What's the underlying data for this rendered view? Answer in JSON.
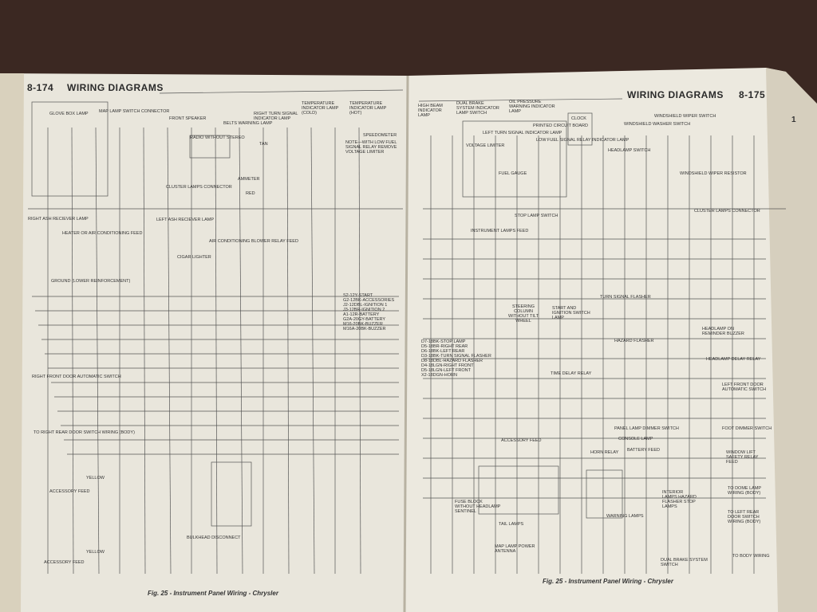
{
  "left_page": {
    "page_number": "8-174",
    "section_title": "WIRING DIAGRAMS",
    "caption": "Fig. 25 - Instrument Panel Wiring - Chrysler",
    "labels": {
      "glove_box_lamp": "GLOVE BOX LAMP",
      "map_lamp_switch_connector": "MAP LAMP SWITCH CONNECTOR",
      "front_speaker": "FRONT SPEAKER",
      "radio_without_stereo": "RADIO WITHOUT STEREO",
      "belts_warning_lamp": "BELTS WARNING LAMP",
      "right_turn_signal_indicator_lamp": "RIGHT TURN SIGNAL INDICATOR LAMP",
      "temperature_indicator_lamp_cold": "TEMPERATURE INDICATOR LAMP (COLD)",
      "temperature_indicator_lamp_hot": "TEMPERATURE INDICATOR LAMP (HOT)",
      "speedometer": "SPEEDOMETER",
      "speedometer_note": "NOTE—WITH LOW FUEL SIGNAL RELAY REMOVE VOLTAGE LIMITER",
      "cluster_lamps_connector": "CLUSTER LAMPS CONNECTOR",
      "ammeter": "AMMETER",
      "right_ash_receiver_lamp": "RIGHT ASH RECIEVER LAMP",
      "heater_ac_feed": "HEATER OR AIR CONDITIONING FEED",
      "left_ash_receiver_lamp": "LEFT ASH RECIEVER LAMP",
      "ac_blower_relay_feed": "AIR CONDITIONING BLOWER RELAY FEED",
      "cigar_lighter": "CIGAR LIGHTER",
      "ground": "GROUND (LOWER REINFORCEMENT)",
      "right_front_door_switch": "RIGHT FRONT DOOR AUTOMATIC SWITCH",
      "to_right_rear_door": "TO RIGHT REAR DOOR SWITCH WIRING (BODY)",
      "accessory_feed_1": "ACCESSORY FEED",
      "accessory_feed_2": "ACCESSORY FEED",
      "bulkhead_disconnect": "BULKHEAD DISCONNECT",
      "yellow_1": "YELLOW",
      "yellow_2": "YELLOW",
      "tan": "TAN",
      "red": "RED",
      "wire_list": [
        "S2-12Y-START",
        "G2-12BK-ACCESSORIES",
        "J2-12DBL-IGNITION 1",
        "J3-12BR-IGNITION 2",
        "A1-12R-BATTERY",
        "G2A-20GY-BATTERY",
        "M16-20BK-BUZZER",
        "M16A-20BK-BUZZER"
      ]
    }
  },
  "right_page": {
    "page_number": "8-175",
    "section_title": "WIRING DIAGRAMS",
    "caption": "Fig. 25 - Instrument Panel Wiring - Chrysler",
    "labels": {
      "high_beam_indicator": "HIGH BEAM INDICATOR LAMP",
      "dual_brake_indicator": "DUAL BRAKE SYSTEM INDICATOR LAMP SWITCH",
      "oil_pressure_warning": "OIL PRESSURE WARNING INDICATOR LAMP",
      "printed_circuit_board": "PRINTED CIRCUIT BOARD",
      "clock": "CLOCK",
      "voltage_limiter": "VOLTAGE LIMITER",
      "left_turn_signal_indicator": "LEFT TURN SIGNAL INDICATOR LAMP",
      "low_fuel_signal_relay": "LOW FUEL SIGNAL RELAY INDICATOR LAMP",
      "fuel_gauge": "FUEL GAUGE",
      "windshield_washer_switch": "WINDSHIELD WASHER SWITCH",
      "windshield_wiper_switch": "WINDSHIELD WIPER SWITCH",
      "headlamp_switch": "HEADLAMP SWITCH",
      "windshield_wiper_resistor": "WINDSHIELD WIPER RESISTOR",
      "cluster_lamps_connector": "CLUSTER LAMPS CONNECTOR",
      "instrument_lamps_feed": "INSTRUMENT LAMPS FEED",
      "stop_lamp_switch": "STOP LAMP SWITCH",
      "steering_column": "STEERING COLUMN WITHOUT TILT WHEEL",
      "start_ignition_switch_lamp": "START AND IGNITION SWITCH LAMP",
      "turn_signal_flasher": "TURN SIGNAL FLASHER",
      "hazard_flasher": "HAZARD FLASHER",
      "time_delay_relay": "TIME DELAY RELAY",
      "headlamp_on_reminder": "HEADLAMP ON REMINDER BUZZER",
      "headlamp_delay_relay": "HEADLAMP DELAY RELAY",
      "left_front_door_switch": "LEFT FRONT DOOR AUTOMATIC SWITCH",
      "foot_dimmer_switch": "FOOT DIMMER SWITCH",
      "window_lift_relay": "WINDOW LIFT SAFETY RELAY FEED",
      "accessory_feed": "ACCESSORY FEED",
      "panel_lamp_dimmer": "PANEL LAMP DIMMER SWITCH",
      "console_lamp": "CONSOLE LAMP",
      "horn_relay": "HORN RELAY",
      "battery_feed": "BATTERY FEED",
      "fuse_block": "FUSE BLOCK WITHOUT HEADLAMP SENTINEL",
      "tail_lamps": "TAIL LAMPS",
      "warning_lamps": "WARNING LAMPS",
      "interior_lamps": "INTERIOR LAMPS HAZARD FLASHER STOP LAMPS",
      "map_lamp_antenna": "MAP LAMP POWER ANTENNA",
      "dual_brake_switch": "DUAL BRAKE SYSTEM SWITCH",
      "to_dome_lamp": "TO DOME LAMP WIRING (BODY)",
      "to_left_rear_door": "TO LEFT REAR DOOR SWITCH WIRING (BODY)",
      "to_body_wiring": "TO BODY WIRING",
      "wire_list": [
        "D7-18BK-STOP LAMP",
        "D5-18BR-RIGHT REAR",
        "D6-18BK-LEFT REAR",
        "D3-18BK-TURN SIGNAL FLASHER",
        "D8-18DBL-HAZARD FLASHER",
        "D4-18LGN-RIGHT FRONT",
        "D5-18LGN-LEFT FRONT",
        "X2-18DGN-HORN"
      ]
    }
  },
  "edge_marker": "1"
}
